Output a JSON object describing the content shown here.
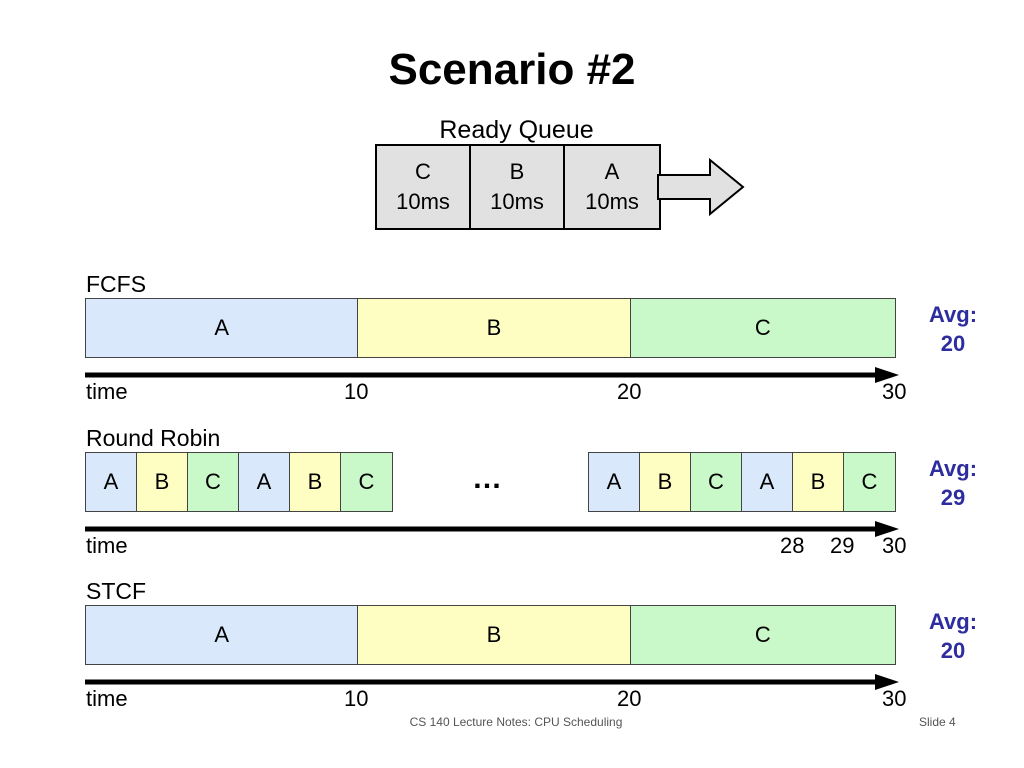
{
  "title": "Scenario #2",
  "ready_queue": {
    "label": "Ready Queue",
    "items": [
      {
        "name": "C",
        "time": "10ms"
      },
      {
        "name": "B",
        "time": "10ms"
      },
      {
        "name": "A",
        "time": "10ms"
      }
    ]
  },
  "colors": {
    "A": "#d9e9fb",
    "B": "#fefec3",
    "C": "#c9f8c9",
    "queue": "#e1e1e1",
    "avg": "#2d2d9f"
  },
  "axis_label": "time",
  "sections": [
    {
      "label": "FCFS",
      "bars": [
        {
          "segments": [
            {
              "label": "A",
              "start": 0,
              "end": 10
            },
            {
              "label": "B",
              "start": 10,
              "end": 20
            },
            {
              "label": "C",
              "start": 20,
              "end": 30
            }
          ]
        }
      ],
      "ticks": [
        {
          "value": 10,
          "label": "10"
        },
        {
          "value": 20,
          "label": "20"
        },
        {
          "value": 30,
          "label": "30"
        }
      ],
      "avg_label": "Avg:",
      "avg_value": "20"
    },
    {
      "label": "Round Robin",
      "bars": [
        {
          "segments": [
            {
              "label": "A"
            },
            {
              "label": "B"
            },
            {
              "label": "C"
            },
            {
              "label": "A"
            },
            {
              "label": "B"
            },
            {
              "label": "C"
            }
          ]
        },
        {
          "segments": [
            {
              "label": "A"
            },
            {
              "label": "B"
            },
            {
              "label": "C"
            },
            {
              "label": "A"
            },
            {
              "label": "B"
            },
            {
              "label": "C"
            }
          ]
        }
      ],
      "ellipsis": "…",
      "ticks": [
        {
          "value": 28,
          "label": "28"
        },
        {
          "value": 29,
          "label": "29"
        },
        {
          "value": 30,
          "label": "30"
        }
      ],
      "avg_label": "Avg:",
      "avg_value": "29"
    },
    {
      "label": "STCF",
      "bars": [
        {
          "segments": [
            {
              "label": "A",
              "start": 0,
              "end": 10
            },
            {
              "label": "B",
              "start": 10,
              "end": 20
            },
            {
              "label": "C",
              "start": 20,
              "end": 30
            }
          ]
        }
      ],
      "ticks": [
        {
          "value": 10,
          "label": "10"
        },
        {
          "value": 20,
          "label": "20"
        },
        {
          "value": 30,
          "label": "30"
        }
      ],
      "avg_label": "Avg:",
      "avg_value": "20"
    }
  ],
  "footer": {
    "course": "CS 140 Lecture Notes: CPU Scheduling",
    "slide": "Slide 4"
  }
}
